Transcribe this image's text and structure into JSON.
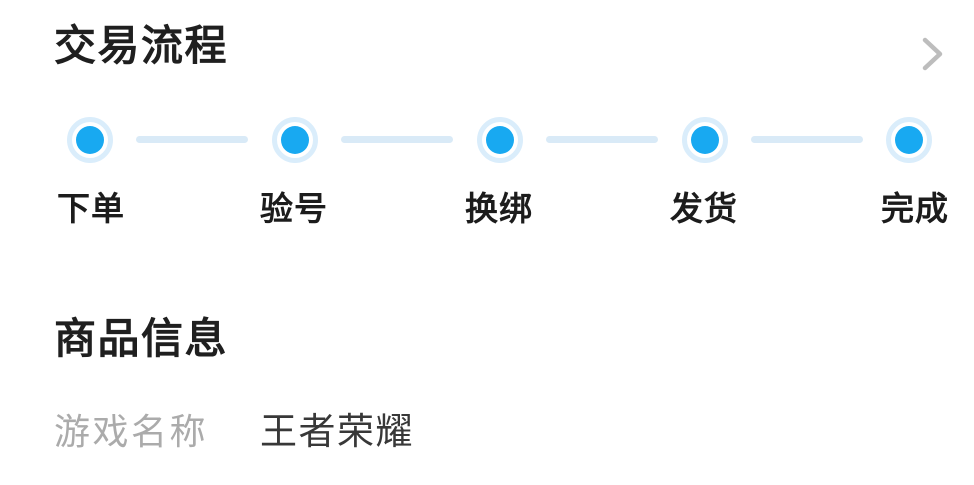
{
  "colors": {
    "dot": "#18a9f1",
    "halo": "#daedfb",
    "connector": "#d9eaf7",
    "title": "#1f1f1f",
    "step_label": "#1c1c1c",
    "field_label": "#ababab",
    "field_value": "#383838",
    "chevron": "#bdbdbd",
    "background": "#ffffff"
  },
  "transaction_flow": {
    "title": "交易流程",
    "chevron_icon": "chevron-right",
    "steps": [
      {
        "label": "下单",
        "state": "active"
      },
      {
        "label": "验号",
        "state": "active"
      },
      {
        "label": "换绑",
        "state": "active"
      },
      {
        "label": "发货",
        "state": "active"
      },
      {
        "label": "完成",
        "state": "active"
      }
    ]
  },
  "product_info": {
    "title": "商品信息",
    "fields": [
      {
        "label": "游戏名称",
        "value": "王者荣耀"
      }
    ]
  }
}
